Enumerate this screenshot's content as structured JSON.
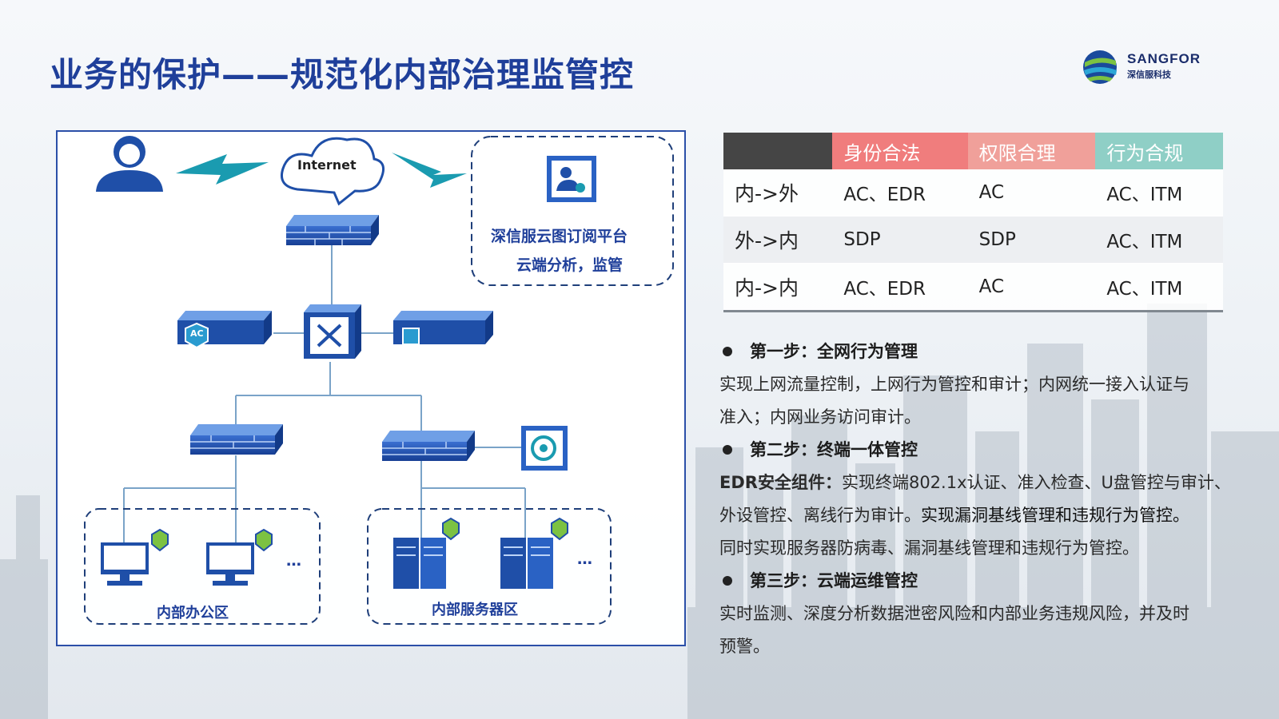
{
  "title": "业务的保护——规范化内部治理监管控",
  "logo": {
    "brand": "SANGFOR",
    "sub": "深信服科技"
  },
  "diagram": {
    "internet": "Internet",
    "platform_line1": "深信服云图订阅平台",
    "platform_line2": "云端分析，监管",
    "ac_badge": "AC",
    "office_zone": "内部办公区",
    "server_zone": "内部服务器区",
    "ellipsis": "…"
  },
  "table": {
    "headers": [
      "",
      "身份合法",
      "权限合理",
      "行为合规"
    ],
    "header_colors": [
      "#454545",
      "#f07d7d",
      "#f0a09a",
      "#8fcfc6"
    ],
    "rows": [
      [
        "内->外",
        "AC、EDR",
        "AC",
        "AC、ITM"
      ],
      [
        "外->内",
        "SDP",
        "SDP",
        "AC、ITM"
      ],
      [
        "内->内",
        "AC、EDR",
        "AC",
        "AC、ITM"
      ]
    ]
  },
  "steps": {
    "s1_title": "第一步：全网行为管理",
    "s1_l1": "实现上网流量控制，上网行为管控和审计；内网统一接入认证与",
    "s1_l2": "准入；内网业务访问审计。",
    "s2_title": "第二步：终端一体管控",
    "s2_bold": "EDR安全组件：",
    "s2_l1": "实现终端802.1x认证、准入检查、U盘管控与审计、",
    "s2_l2a": "外设管控、离线行为审计。",
    "s2_l2b": "实现漏洞基线管理和违规行为管控。",
    "s2_l3": "同时实现服务器防病毒、漏洞基线管理和违规行为管控。",
    "s3_title": "第三步：云端运维管控",
    "s3_l1": "实时监测、深度分析数据泄密风险和内部业务违规风险，并及时",
    "s3_l2": "预警。"
  }
}
